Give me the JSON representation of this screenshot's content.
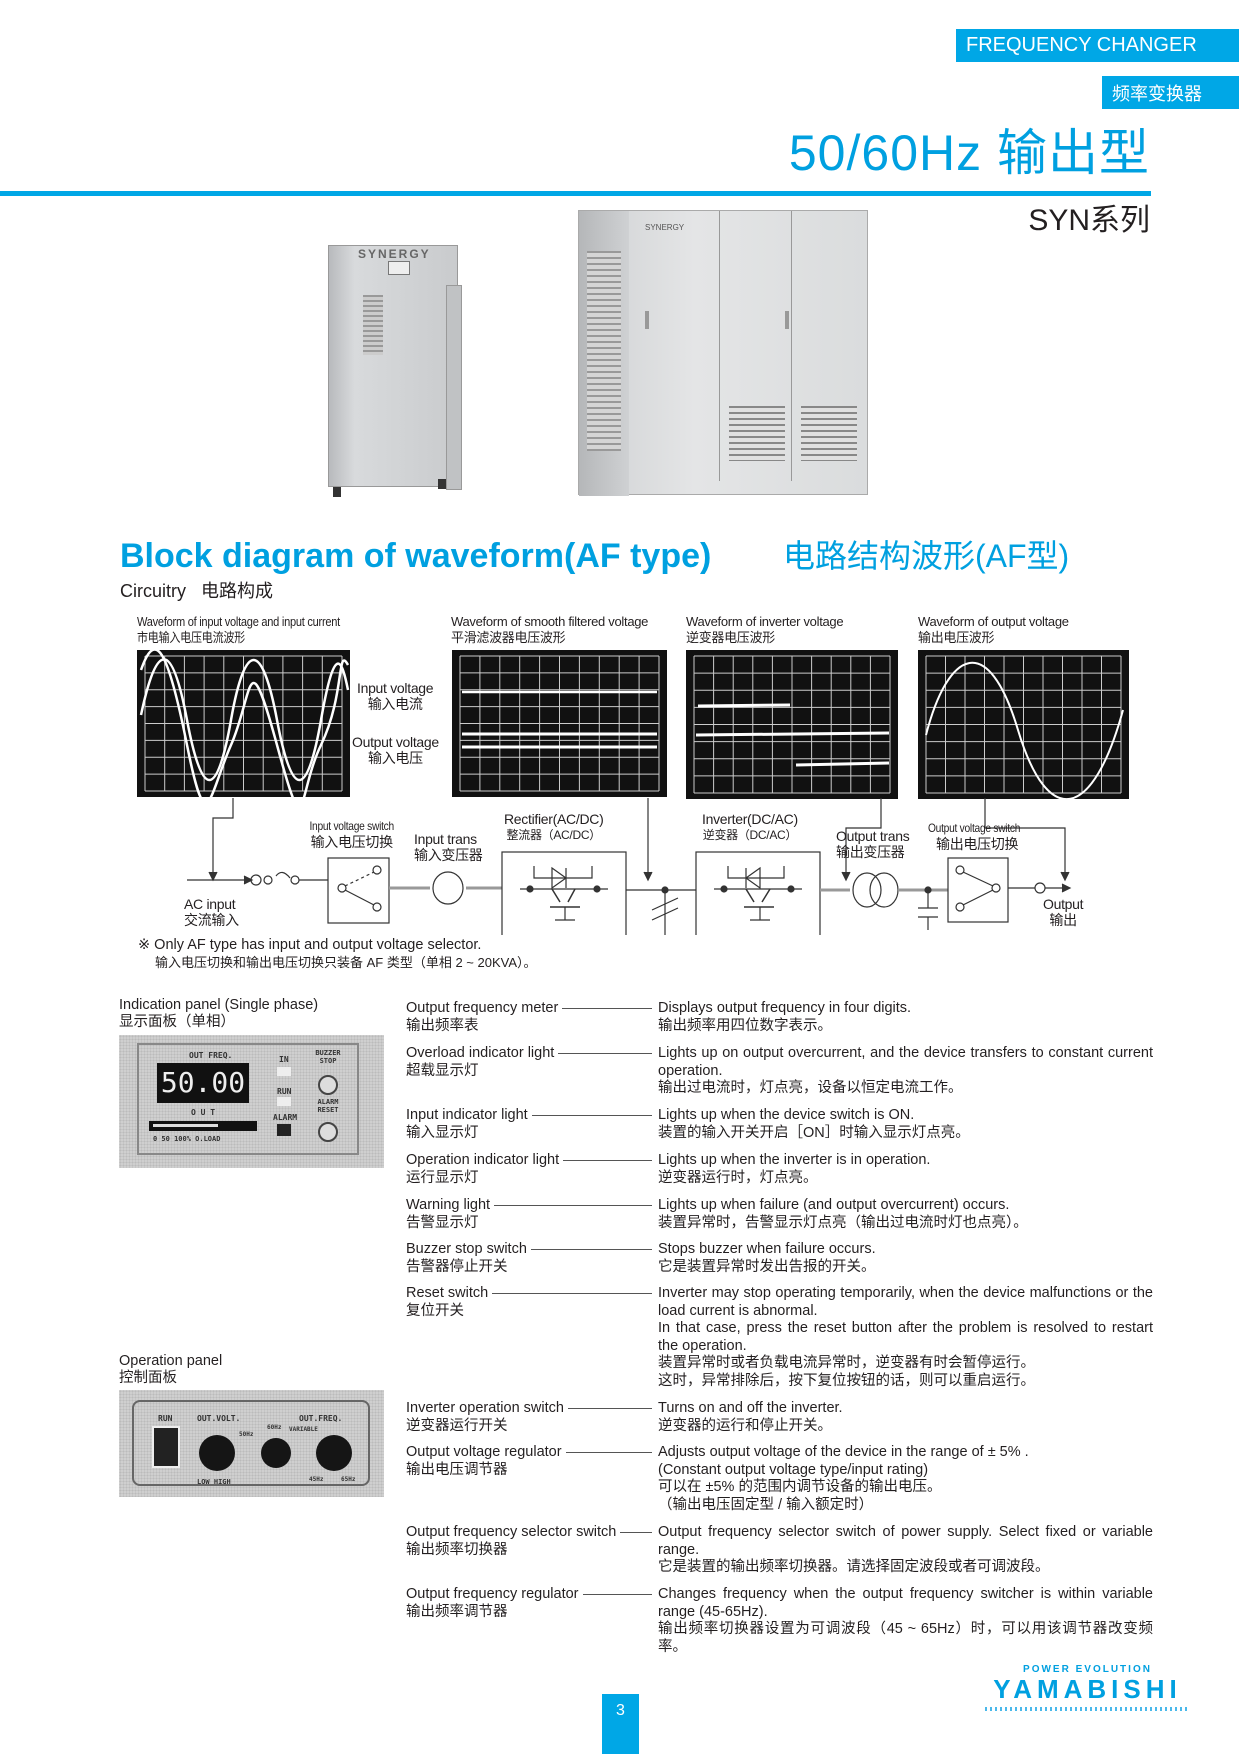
{
  "header": {
    "category_en": "FREQUENCY CHANGER",
    "category_cn": "频率变换器",
    "title": "50/60Hz 输出型",
    "series": "SYN系列"
  },
  "products": {
    "small_brand": "SYNERGY",
    "large_brand": "SYNERGY"
  },
  "section": {
    "title_en": "Block diagram of waveform(AF type)",
    "title_cn": "电路结构波形(AF型)",
    "sub_en": "Circuitry",
    "sub_cn": "电路构成"
  },
  "waveforms": [
    {
      "en": "Waveform of input voltage and input current",
      "cn": "市电输入电压电流波形"
    },
    {
      "en": "Waveform of smooth filtered voltage",
      "cn": "平滑滤波器电压波形"
    },
    {
      "en": "Waveform of inverter voltage",
      "cn": "逆变器电压波形"
    },
    {
      "en": "Waveform of output voltage",
      "cn": "输出电压波形"
    }
  ],
  "scope_labels": {
    "input_voltage_en": "Input voltage",
    "input_voltage_cn": "输入电流",
    "output_voltage_en": "Output voltage",
    "output_voltage_cn": "输入电压"
  },
  "circuit": {
    "ac_input_en": "AC input",
    "ac_input_cn": "交流输入",
    "input_switch_en": "Input voltage switch",
    "input_switch_cn": "输入电压切换",
    "input_trans_en": "Input trans",
    "input_trans_cn": "输入变压器",
    "rectifier_en": "Rectifier(AC/DC)",
    "rectifier_cn": "整流器（AC/DC）",
    "inverter_en": "Inverter(DC/AC)",
    "inverter_cn": "逆变器（DC/AC）",
    "output_trans_en": "Output trans",
    "output_trans_cn": "输出变压器",
    "output_switch_en": "Output voltage switch",
    "output_switch_cn": "输出电压切换",
    "output_en": "Output",
    "output_cn": "输出"
  },
  "note": {
    "en": "※ Only AF type has input and output voltage selector.",
    "cn": "输入电压切换和输出电压切换只装备 AF 类型（单相 2 ~ 20KVA）。"
  },
  "indication_panel": {
    "title_en": "Indication panel (Single phase)",
    "title_cn": "显示面板（单相）",
    "out_freq": "OUT FREQ.",
    "display": "50.00",
    "out": "O U T",
    "scale": "0     50     100% O.LOAD",
    "in": "IN",
    "run": "RUN",
    "alarm": "ALARM",
    "buzzer": "BUZZER STOP",
    "reset": "ALARM RESET"
  },
  "operation_panel": {
    "title_en": "Operation panel",
    "title_cn": "控制面板",
    "run": "RUN",
    "out_volt": "OUT.VOLT.",
    "low_high": "LOW  HIGH",
    "f50": "50Hz",
    "f60": "60Hz",
    "variable": "VARIABLE",
    "out_freq": "OUT.FREQ.",
    "f45": "45Hz",
    "f65": "65Hz"
  },
  "items": [
    {
      "en": "Output frequency meter",
      "cn": "输出频率表",
      "desc": [
        "Displays output frequency in four digits.",
        "输出频率用四位数字表示。"
      ]
    },
    {
      "en": "Overload indicator light",
      "cn": "超载显示灯",
      "desc": [
        "Lights up on output overcurrent, and the device transfers to constant current operation.",
        "输出过电流时，灯点亮，设备以恒定电流工作。"
      ]
    },
    {
      "en": "Input indicator light",
      "cn": "输入显示灯",
      "desc": [
        "Lights up when the device switch is ON.",
        "装置的输入开关开启［ON］时输入显示灯点亮。"
      ]
    },
    {
      "en": "Operation indicator light",
      "cn": "运行显示灯",
      "desc": [
        "Lights up when the inverter is in operation.",
        "逆变器运行时，灯点亮。"
      ]
    },
    {
      "en": "Warning light",
      "cn": "告警显示灯",
      "desc": [
        "Lights up when failure (and output overcurrent) occurs.",
        "装置异常时，告警显示灯点亮（输出过电流时灯也点亮）。"
      ]
    },
    {
      "en": "Buzzer stop switch",
      "cn": "告警器停止开关",
      "desc": [
        "Stops buzzer when failure occurs.",
        "它是装置异常时发出告报的开关。"
      ]
    },
    {
      "en": "Reset switch",
      "cn": "复位开关",
      "desc": [
        "Inverter may stop operating temporarily, when the device malfunctions or the load current is abnormal.",
        "In that case, press the reset button after the problem is resolved to restart the operation.",
        "装置异常时或者负载电流异常时，逆变器有时会暂停运行。",
        "这时，异常排除后，按下复位按钮的话，则可以重启运行。"
      ]
    },
    {
      "en": "Inverter operation switch",
      "cn": "逆变器运行开关",
      "desc": [
        "Turns on and off the inverter.",
        "逆变器的运行和停止开关。"
      ]
    },
    {
      "en": "Output voltage regulator",
      "cn": "输出电压调节器",
      "desc": [
        "Adjusts output voltage of the device in the range of ± 5% .",
        "(Constant output voltage type/input rating)",
        "可以在 ±5% 的范围内调节设备的输出电压。",
        "（输出电压固定型 / 输入额定时）"
      ]
    },
    {
      "en": "Output frequency selector switch",
      "cn": "输出频率切换器",
      "desc": [
        "Output frequency selector switch of power supply. Select fixed or variable range.",
        "它是装置的输出频率切换器。请选择固定波段或者可调波段。"
      ]
    },
    {
      "en": "Output frequency regulator",
      "cn": "输出频率调节器",
      "desc": [
        "Changes frequency when the output frequency switcher is within variable range (45-65Hz).",
        "输出频率切换器设置为可调波段（45 ~ 65Hz）时，可以用该调节器改变频率。"
      ]
    }
  ],
  "footer": {
    "page": "3",
    "logo_tagline": "POWER EVOLUTION",
    "logo": "YAMABISHI"
  },
  "colors": {
    "brand": "#00a7e6"
  }
}
